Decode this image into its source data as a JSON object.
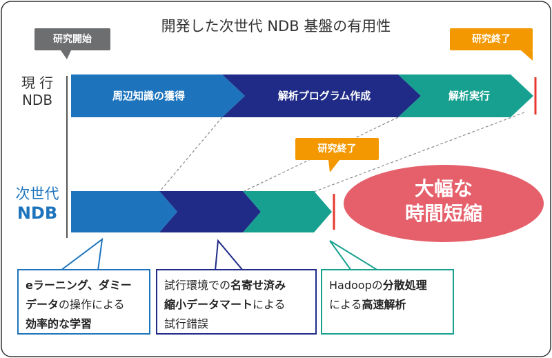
{
  "title": "開発した次世代 NDB 基盤の有用性",
  "start_tag": "研究開始",
  "end_tag_current": "研究終了",
  "end_tag_next": "研究終了",
  "current_row": {
    "line1": "現 行",
    "line2": "NDB"
  },
  "next_row": {
    "line1": "次世代",
    "line2": "NDB"
  },
  "current_phases": [
    "周辺知識の獲得",
    "解析プログラム作成",
    "解析実行"
  ],
  "ellipse": {
    "line1": "大幅な",
    "line2": "時間短縮"
  },
  "callouts": [
    {
      "parts": [
        {
          "t": "eラーニング、ダミー",
          "b": true
        },
        {
          "t": "\n",
          "b": false
        },
        {
          "t": "データ",
          "b": true
        },
        {
          "t": "の操作による",
          "b": false
        },
        {
          "t": "\n",
          "b": false
        },
        {
          "t": "効率的な学習",
          "b": true
        }
      ]
    },
    {
      "parts": [
        {
          "t": "試行環境での",
          "b": false
        },
        {
          "t": "名寄せ済み",
          "b": true
        },
        {
          "t": "\n",
          "b": false
        },
        {
          "t": "縮小データマート",
          "b": true
        },
        {
          "t": "による",
          "b": false
        },
        {
          "t": "\n",
          "b": false
        },
        {
          "t": "試行錯誤",
          "b": false
        }
      ]
    },
    {
      "parts": [
        {
          "t": "Hadoop",
          "b": false
        },
        {
          "t": "の",
          "b": false
        },
        {
          "t": "分散処理",
          "b": true
        },
        {
          "t": "\n",
          "b": false
        },
        {
          "t": "による",
          "b": false
        },
        {
          "t": "高速解析",
          "b": true
        }
      ]
    }
  ],
  "colors": {
    "blue": "#1d74bd",
    "navy": "#1f2b86",
    "teal": "#17a08f",
    "orange": "#f39800",
    "grey_tag": "#6d6e70",
    "red_marker": "#e8372c",
    "ellipse": "#e5606a",
    "next_label": "#1d74bd"
  }
}
